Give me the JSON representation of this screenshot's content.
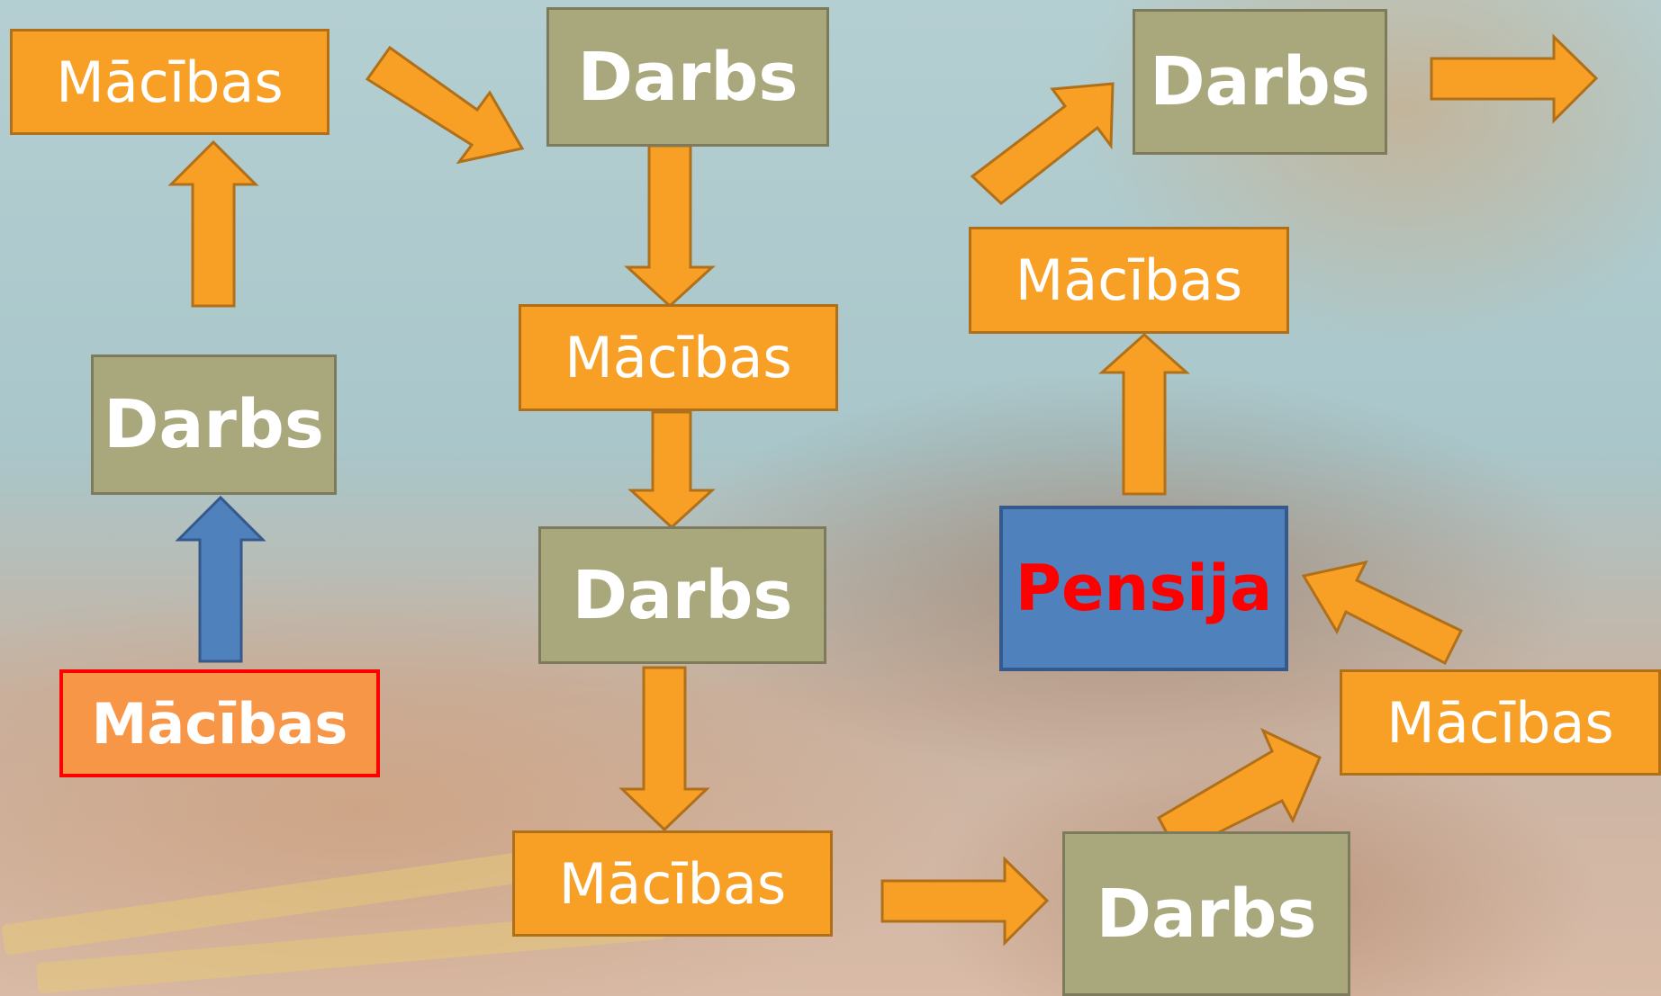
{
  "diagram": {
    "nodes": [
      {
        "id": "n1",
        "label": "Mācības"
      },
      {
        "id": "n2",
        "label": "Darbs"
      },
      {
        "id": "n3",
        "label": "Mācības"
      },
      {
        "id": "n4",
        "label": "Darbs"
      },
      {
        "id": "n5",
        "label": "Mācības"
      },
      {
        "id": "n6",
        "label": "Darbs"
      },
      {
        "id": "n7",
        "label": "Mācības"
      },
      {
        "id": "n8",
        "label": "Darbs"
      },
      {
        "id": "n9",
        "label": "Mācības"
      },
      {
        "id": "n10",
        "label": "Pensija"
      },
      {
        "id": "n11",
        "label": "Mācības"
      },
      {
        "id": "n12",
        "label": "Darbs"
      }
    ],
    "edges": [
      {
        "from": "n1",
        "to": "n2"
      },
      {
        "from": "n2",
        "to": "n3"
      },
      {
        "from": "n3",
        "to": "n4"
      },
      {
        "from": "n4",
        "to": "n5"
      },
      {
        "from": "n5",
        "to": "n6"
      },
      {
        "from": "n6",
        "to": "n7"
      },
      {
        "from": "n7",
        "to": "n8"
      },
      {
        "from": "n8",
        "to": "n9"
      },
      {
        "from": "n9",
        "to": "n10"
      },
      {
        "from": "n10",
        "to": "n11"
      },
      {
        "from": "n11",
        "to": "n12"
      }
    ],
    "colors": {
      "study": "#f7a025",
      "work": "#a9a77c",
      "start_fill": "#f79646",
      "start_border": "#ff0000",
      "pension_fill": "#4f81bd",
      "pension_text": "#ff0000",
      "first_arrow": "#4f81bd",
      "arrow": "#f7a025"
    }
  }
}
